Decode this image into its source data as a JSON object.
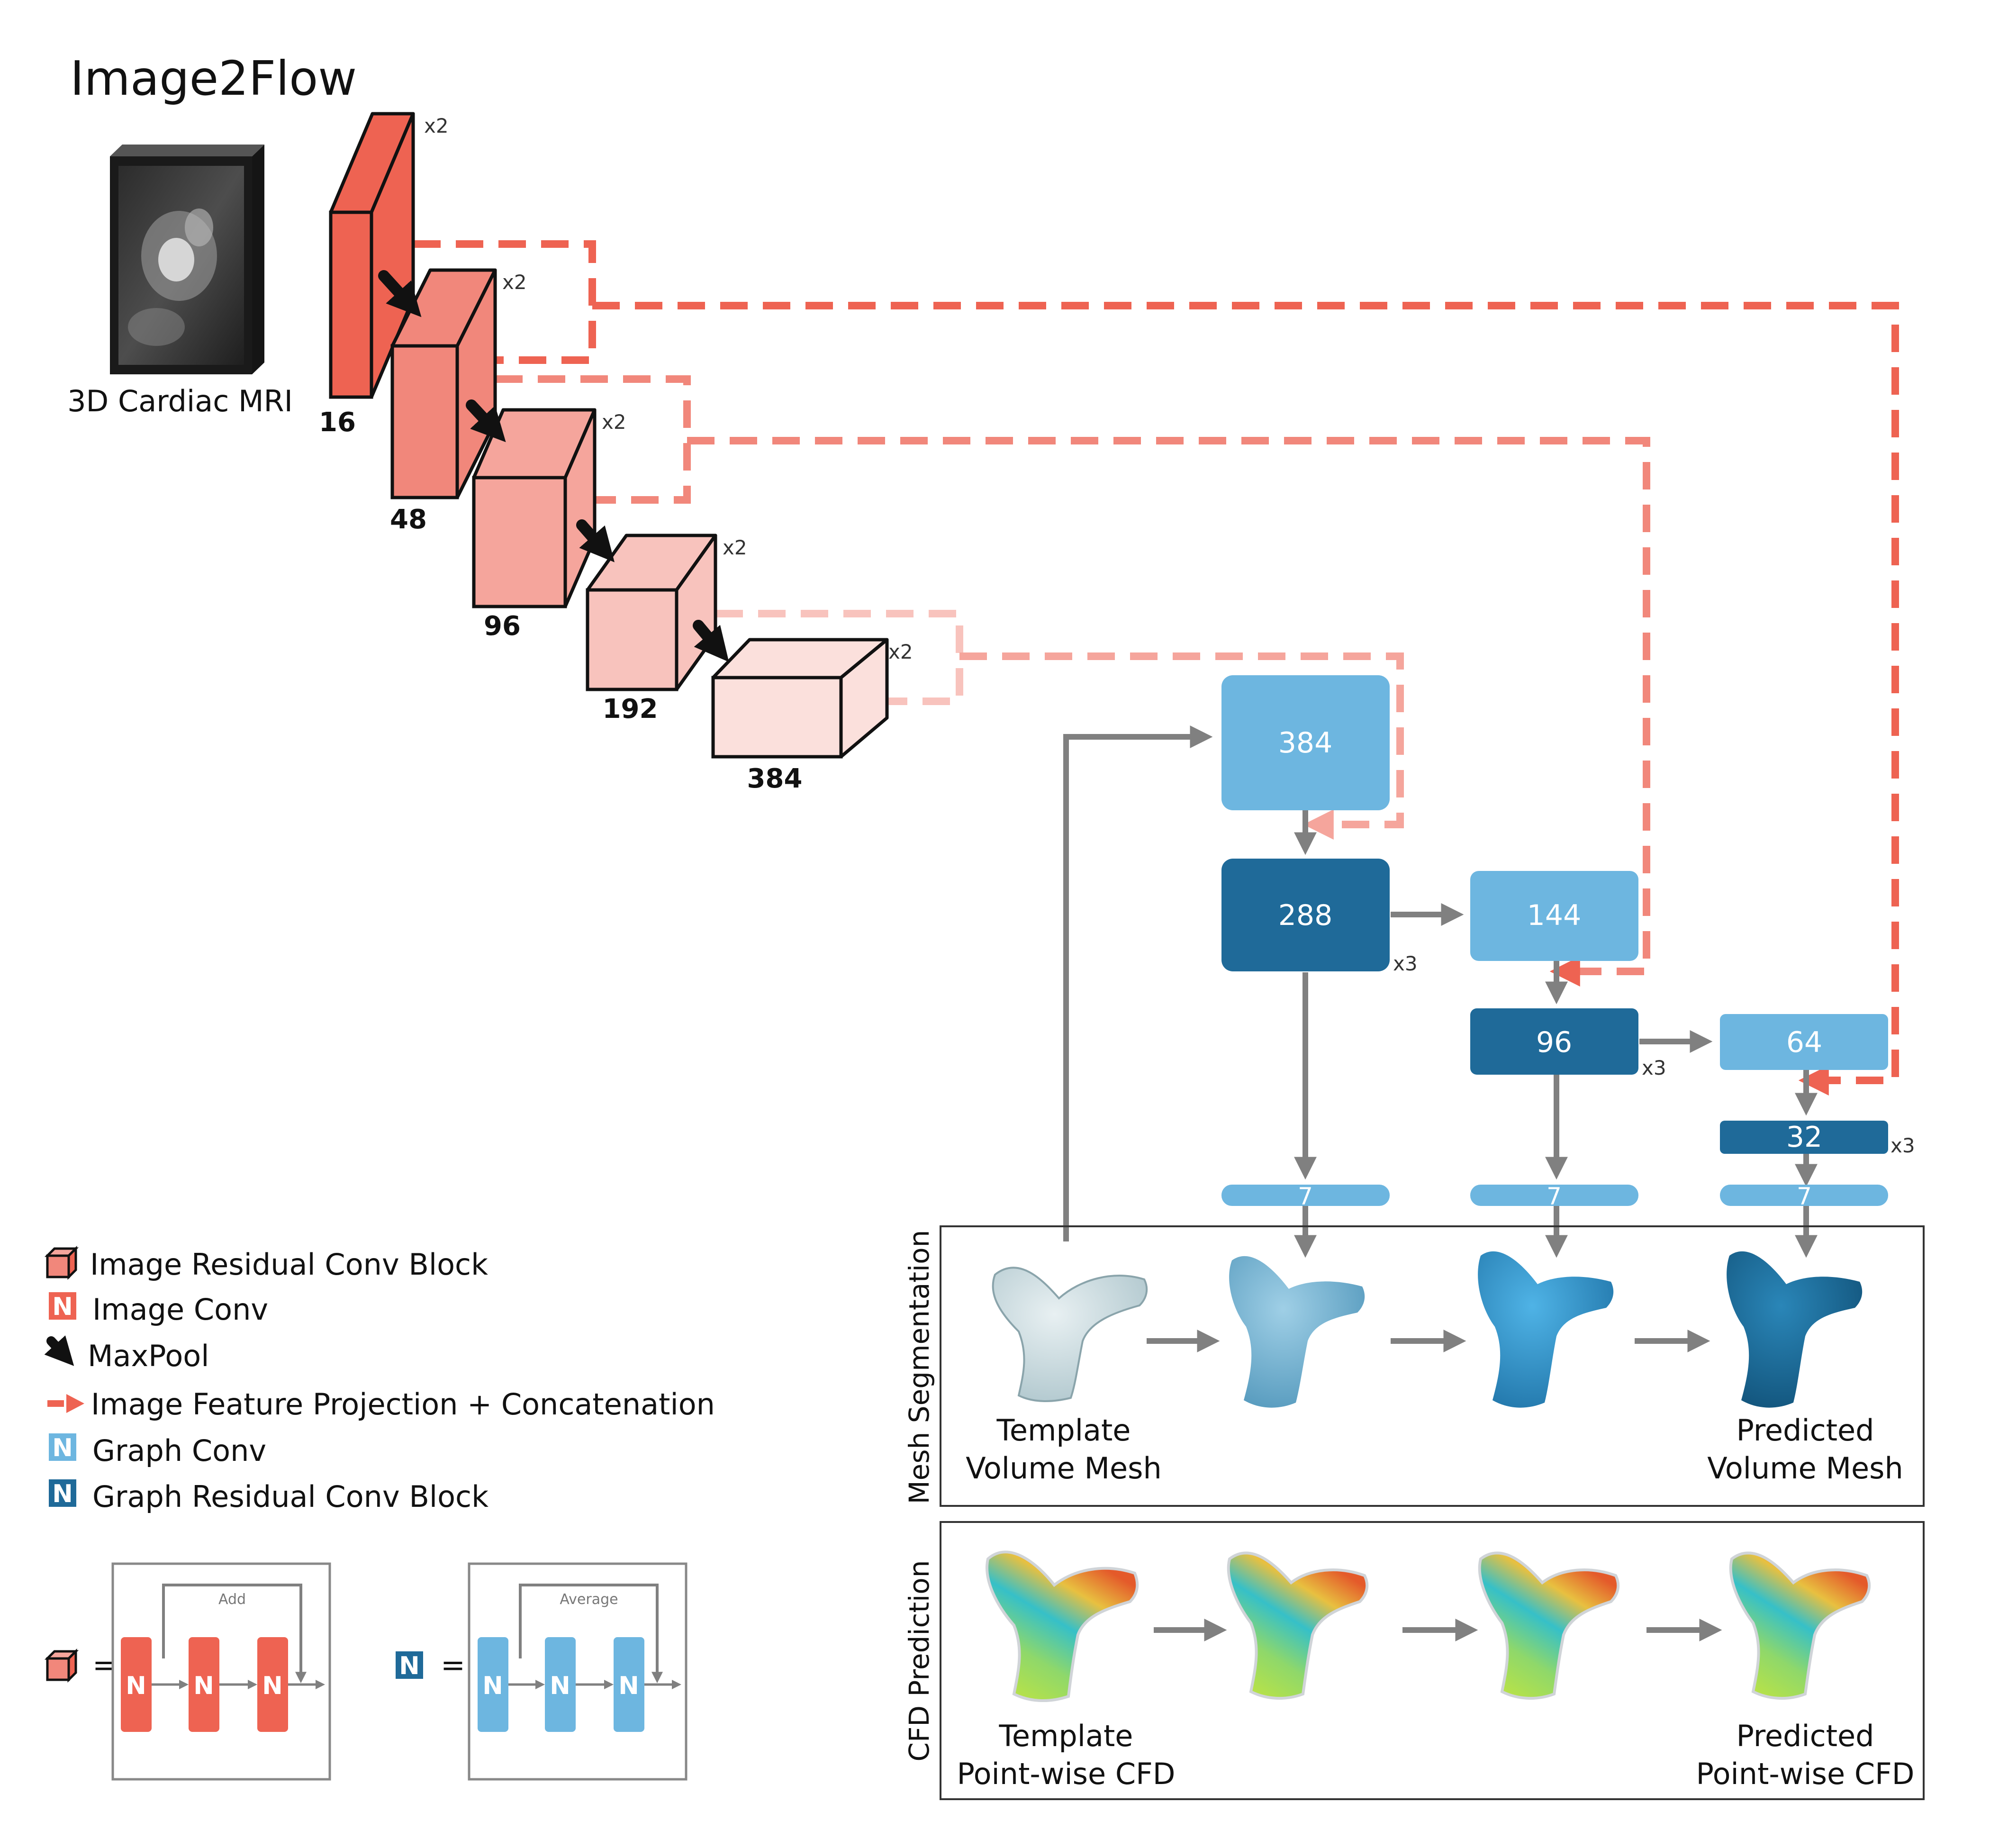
{
  "title": "Image2Flow",
  "input_label": "3D Cardiac MRI",
  "encoder": {
    "channels": [
      "16",
      "48",
      "96",
      "192",
      "384"
    ],
    "repeat": "x2"
  },
  "decoder": {
    "gconv": [
      "384",
      "144",
      "64"
    ],
    "gres": [
      "288",
      "96",
      "32"
    ],
    "repeat": "x3",
    "outputs": [
      "7",
      "7",
      "7"
    ]
  },
  "panels": {
    "mesh": {
      "title": "Mesh Segmentation",
      "left_caption": [
        "Template",
        "Volume Mesh"
      ],
      "right_caption": [
        "Predicted",
        "Volume Mesh"
      ]
    },
    "cfd": {
      "title": "CFD Prediction",
      "left_caption": [
        "Template",
        "Point-wise CFD"
      ],
      "right_caption": [
        "Predicted",
        "Point-wise CFD"
      ]
    }
  },
  "legend": [
    {
      "icon": "cube-icon",
      "label": "Image Residual Conv Block"
    },
    {
      "icon": "image-conv-icon",
      "label": "Image Conv"
    },
    {
      "icon": "maxpool-arrow-icon",
      "label": "MaxPool"
    },
    {
      "icon": "dashed-arrow-icon",
      "label": "Image Feature Projection + Concatenation"
    },
    {
      "icon": "graph-conv-icon",
      "label": "Graph Conv"
    },
    {
      "icon": "graph-res-icon",
      "label": "Graph Residual Conv Block"
    }
  ],
  "blocks": {
    "image_res": {
      "equals": "=",
      "merge_label": "Add",
      "node": "N"
    },
    "graph_res": {
      "equals": "=",
      "merge_label": "Average",
      "node": "N"
    }
  },
  "colors": {
    "enc": [
      "#EE6352",
      "#F1877B",
      "#F5A59C",
      "#F8C3BD",
      "#FBE0DC"
    ],
    "light_blue": "#6DB6E0",
    "dark_blue": "#1F6A99",
    "arrow_gray": "#808080"
  }
}
